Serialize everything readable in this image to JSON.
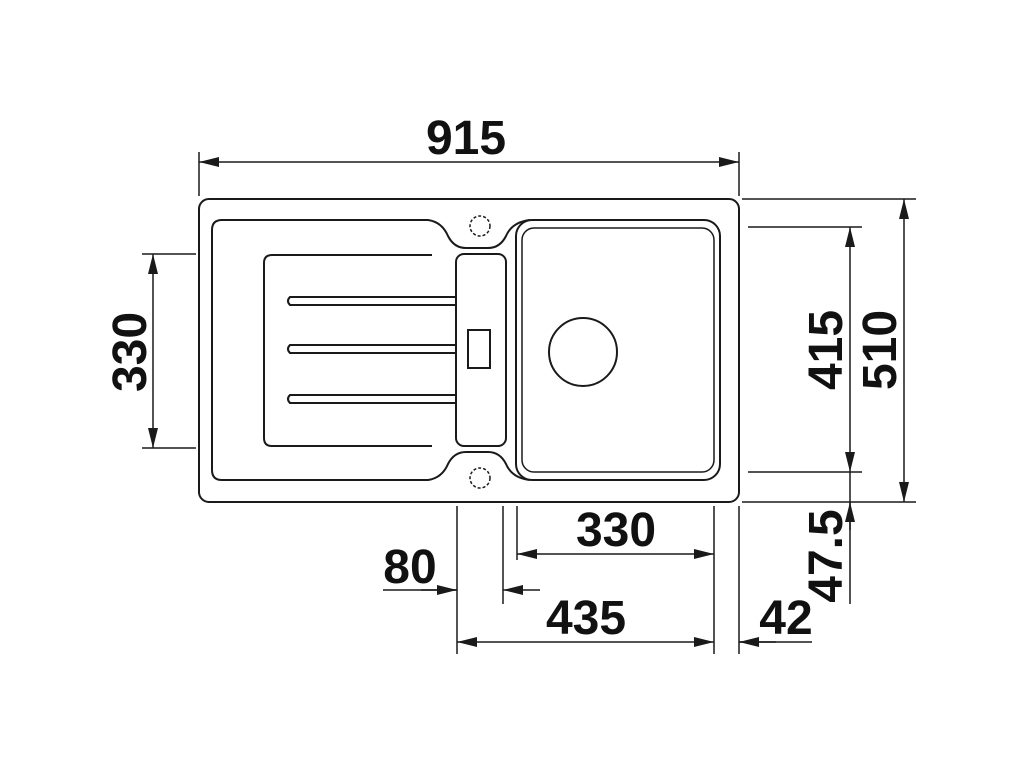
{
  "dimensions": {
    "overall_width": "915",
    "overall_depth": "510",
    "bowl_depth": "415",
    "drainer_depth": "330",
    "bowl_width": "330",
    "cabinet_width": "435",
    "divider_offset": "80",
    "rim_right": "42",
    "rim_bottom": "47.5"
  },
  "colors": {
    "line": "#1a1a1a",
    "text": "#111111",
    "background": "#ffffff"
  }
}
